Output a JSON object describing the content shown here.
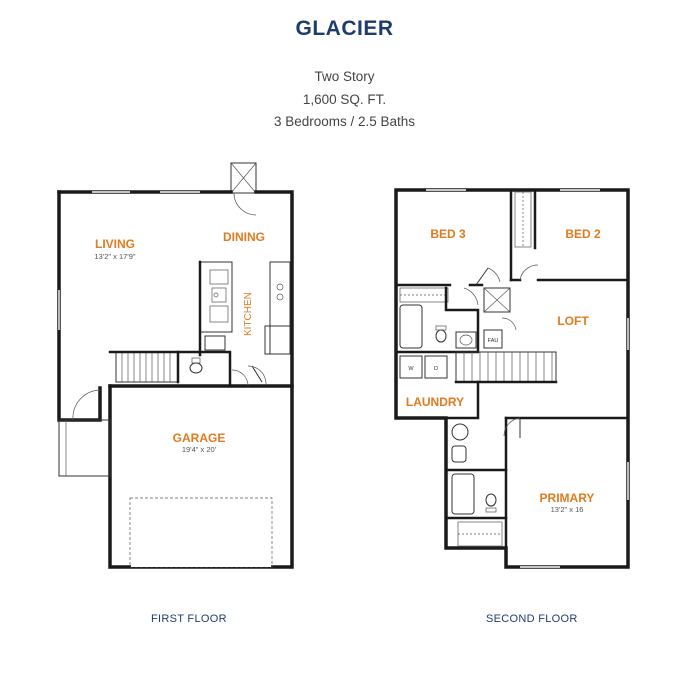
{
  "title": "GLACIER",
  "subtitle": {
    "stories": "Two Story",
    "area": "1,600 SQ. FT.",
    "rooms": "3 Bedrooms / 2.5 Baths"
  },
  "first_floor": {
    "label": "FIRST FLOOR",
    "living": {
      "name": "LIVING",
      "size": "13'2\" x 17'9\""
    },
    "dining": {
      "name": "DINING"
    },
    "kitchen": {
      "name": "KITCHEN"
    },
    "garage": {
      "name": "GARAGE",
      "size": "19'4\" x 20'"
    }
  },
  "second_floor": {
    "label": "SECOND FLOOR",
    "bed3": {
      "name": "BED 3"
    },
    "bed2": {
      "name": "BED 2"
    },
    "loft": {
      "name": "LOFT"
    },
    "laundry": {
      "name": "LAUNDRY"
    },
    "primary": {
      "name": "PRIMARY",
      "size": "13'2\" x 16"
    },
    "appliances": {
      "washer": "W",
      "dryer": "D",
      "fau": "FAU"
    }
  },
  "colors": {
    "title": "#1f3d6b",
    "room_label": "#e07b1f",
    "wall": "#1a1a1a"
  }
}
